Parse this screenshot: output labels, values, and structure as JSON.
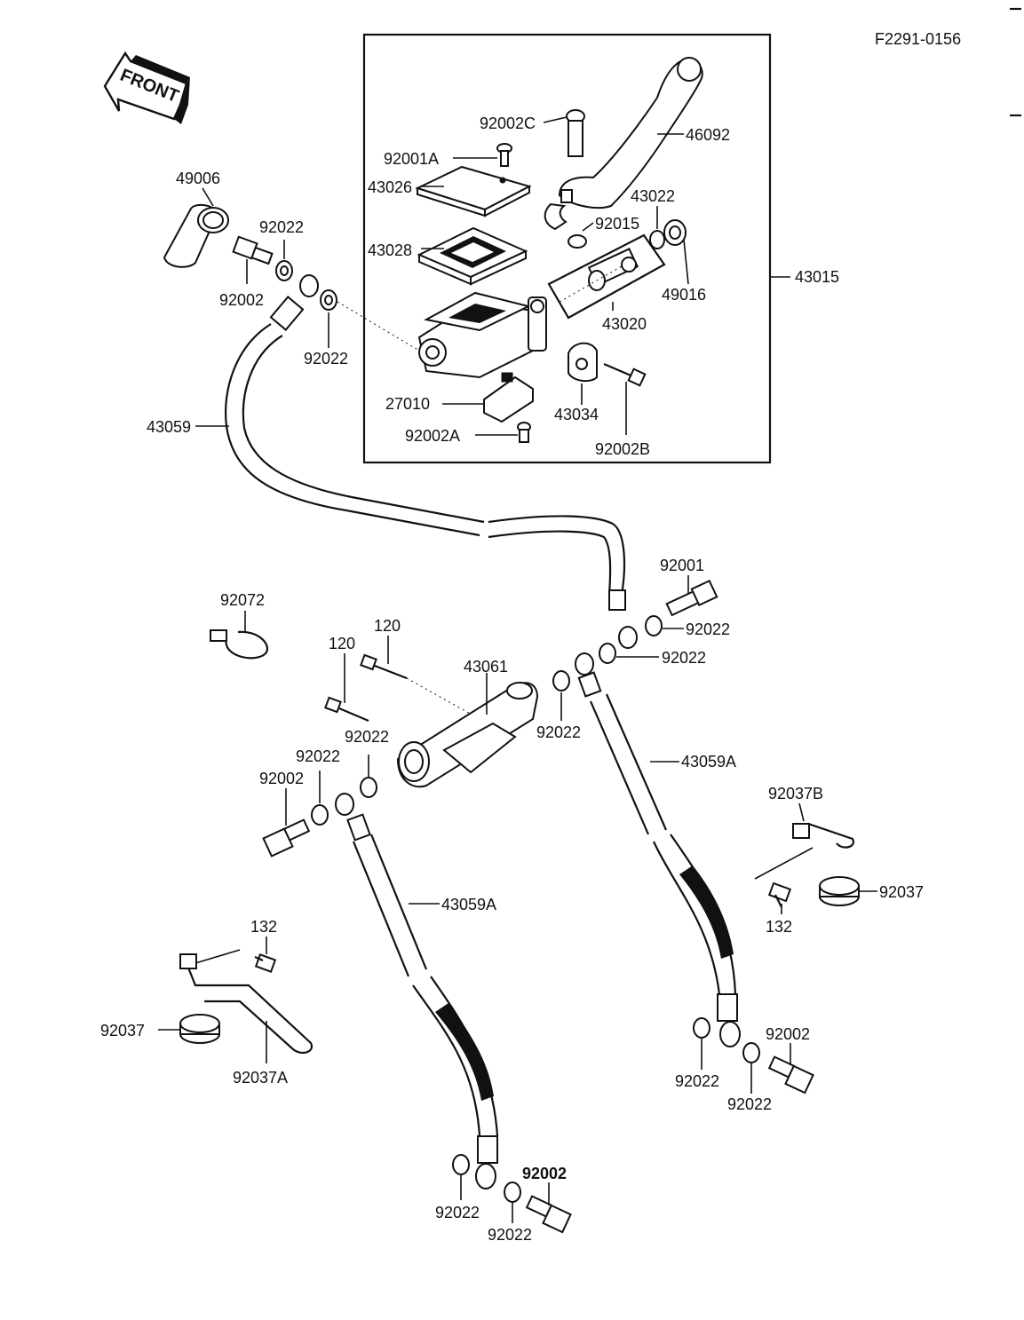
{
  "figure_code": "F2291-0156",
  "front_label": "FRONT",
  "labels": {
    "p92002C": "92002C",
    "p46092": "46092",
    "p92001A": "92001A",
    "p43026": "43026",
    "p43022": "43022",
    "p92015": "92015",
    "p43028": "43028",
    "p49016": "49016",
    "p43020": "43020",
    "p43015": "43015",
    "p27010": "27010",
    "p43034": "43034",
    "p92002A": "92002A",
    "p92002B": "92002B",
    "p49006": "49006",
    "p92022_a": "92022",
    "p92002_a": "92002",
    "p92022_b": "92022",
    "p43059": "43059",
    "p92001": "92001",
    "p92022_c": "92022",
    "p92022_d": "92022",
    "p92072": "92072",
    "p120_a": "120",
    "p120_b": "120",
    "p43061": "43061",
    "p92022_e": "92022",
    "p92022_f": "92022",
    "p92022_g": "92022",
    "p92002_b": "92002",
    "p43059A_a": "43059A",
    "p92037B": "92037B",
    "p92037_a": "92037",
    "p132_a": "132",
    "p43059A_b": "43059A",
    "p132_b": "132",
    "p92037_b": "92037",
    "p92037A": "92037A",
    "p92002_c": "92002",
    "p92022_h": "92022",
    "p92022_i": "92022",
    "p92002_d": "92002",
    "p92022_j": "92022",
    "p92022_k": "92022"
  }
}
